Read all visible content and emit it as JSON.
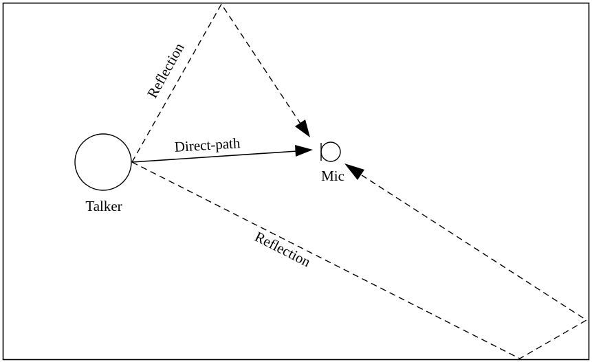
{
  "labels": {
    "talker": "Talker",
    "mic": "Mic",
    "direct_path": "Direct-path",
    "reflection_top": "Reflection",
    "reflection_bottom": "Reflection"
  }
}
